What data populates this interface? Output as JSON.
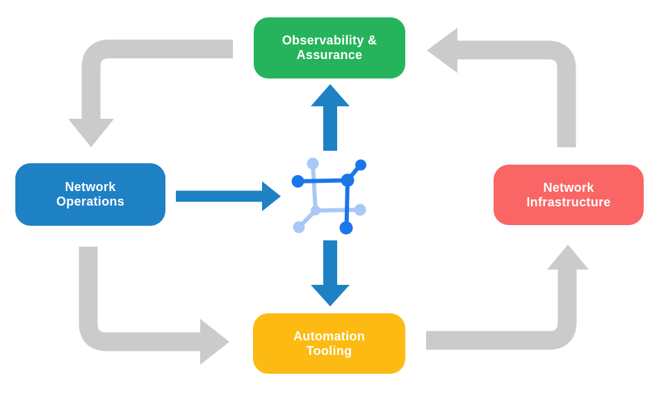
{
  "colors": {
    "background": "#ffffff",
    "arrow_gray": "#cbcbcb",
    "arrow_blue": "#1e81c4",
    "icon_dark_blue": "#1b76e8",
    "icon_light_blue": "#a9c8f8",
    "label_text": "#ffffff"
  },
  "nodes": [
    {
      "id": "observability-assurance",
      "line1": "Observability &",
      "line2": "Assurance",
      "color": "#25b35b"
    },
    {
      "id": "network-operations",
      "line1": "Network",
      "line2": "Operations",
      "color": "#1e81c4"
    },
    {
      "id": "network-infrastructure",
      "line1": "Network",
      "line2": "Infrastructure",
      "color": "#fa6565"
    },
    {
      "id": "automation-tooling",
      "line1": "Automation",
      "line2": "Tooling",
      "color": "#fcba12"
    }
  ],
  "center_icon": {
    "name": "network-mesh-icon"
  },
  "flows": [
    {
      "from": "Observability & Assurance",
      "to": "Network Operations",
      "style": "gray-elbow"
    },
    {
      "from": "Network Operations",
      "to": "Automation Tooling",
      "style": "gray-elbow"
    },
    {
      "from": "Automation Tooling",
      "to": "Network Infrastructure",
      "style": "gray-elbow"
    },
    {
      "from": "Network Infrastructure",
      "to": "Observability & Assurance",
      "style": "gray-elbow"
    },
    {
      "from": "Network Operations",
      "to": "center-icon",
      "style": "blue-straight"
    },
    {
      "from": "center-icon",
      "to": "Observability & Assurance",
      "style": "blue-straight"
    },
    {
      "from": "center-icon",
      "to": "Automation Tooling",
      "style": "blue-straight"
    }
  ]
}
